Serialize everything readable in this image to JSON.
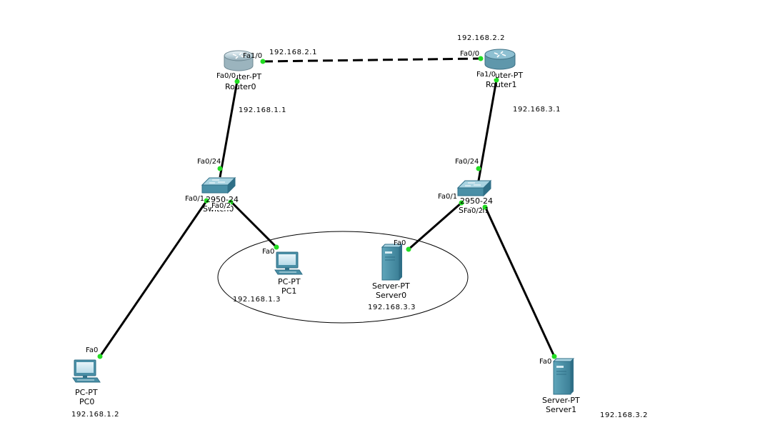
{
  "devices": {
    "router0": {
      "model": "Router-PT",
      "name": "Router0"
    },
    "router1": {
      "model": "Router-PT",
      "name": "Router1"
    },
    "switch0": {
      "model": "2950-24",
      "name": "Switch0"
    },
    "switch1": {
      "model": "2950-24",
      "name": "Switch1"
    },
    "pc0": {
      "model": "PC-PT",
      "name": "PC0",
      "ip": "192.168.1.2"
    },
    "pc1": {
      "model": "PC-PT",
      "name": "PC1",
      "ip": "192.168.1.3"
    },
    "server0": {
      "model": "Server-PT",
      "name": "Server0",
      "ip": "192.168.3.3"
    },
    "server1": {
      "model": "Server-PT",
      "name": "Server1",
      "ip": "192.168.3.2"
    }
  },
  "interfaces": {
    "router0_fa1_0": {
      "port": "Fa1/0",
      "ip": "192.168.2.1"
    },
    "router0_fa0_0": {
      "port": "Fa0/0",
      "ip": "192.168.1.1"
    },
    "router1_fa0_0": {
      "port": "Fa0/0",
      "ip": "192.168.2.2"
    },
    "router1_fa1_0": {
      "port": "Fa1/0",
      "ip": "192.168.3.1"
    },
    "switch0_fa0_24": {
      "port": "Fa0/24"
    },
    "switch0_fa0_1": {
      "port": "Fa0/1"
    },
    "switch0_fa0_2": {
      "port": "Fa0/2"
    },
    "switch1_fa0_24": {
      "port": "Fa0/24"
    },
    "switch1_fa0_1": {
      "port": "Fa0/1"
    },
    "switch1_fa0_2": {
      "port": "Fa0/2"
    },
    "pc0_fa0": {
      "port": "Fa0"
    },
    "pc1_fa0": {
      "port": "Fa0"
    },
    "server0_fa0": {
      "port": "Fa0"
    },
    "server1_fa0": {
      "port": "Fa0"
    }
  },
  "colors": {
    "link": "#000000",
    "link_up": "#22dd22",
    "device_blue": "#4a8fa6",
    "device_dark": "#2f6f87",
    "device_light": "#a9d3e1",
    "background": "#ffffff"
  },
  "icons": {
    "router": "router-icon",
    "switch": "switch-icon",
    "pc": "pc-icon",
    "server": "server-icon"
  }
}
